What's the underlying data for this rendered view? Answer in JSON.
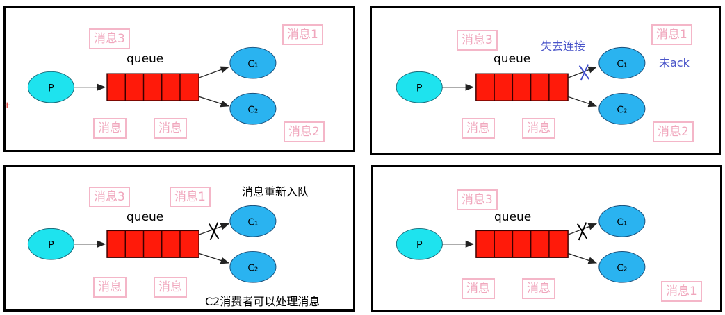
{
  "panels": [
    {
      "queue_label": "queue",
      "producer_label": "P",
      "consumer1_label": "C₁",
      "consumer2_label": "C₂",
      "tags": {
        "top_left": "消息3",
        "top_right": "消息1",
        "bottom_left_1": "消息",
        "bottom_left_2": "消息",
        "bottom_right": "消息2"
      }
    },
    {
      "queue_label": "queue",
      "producer_label": "P",
      "consumer1_label": "C₁",
      "consumer2_label": "C₂",
      "tags": {
        "top_left": "消息3",
        "top_right": "消息1",
        "bottom_left_1": "消息",
        "bottom_left_2": "消息",
        "bottom_right": "消息2"
      },
      "note_top": "失去连接",
      "note_right": "未ack"
    },
    {
      "queue_label": "queue",
      "producer_label": "P",
      "consumer1_label": "C₁",
      "consumer2_label": "C₂",
      "tags": {
        "top_left": "消息3",
        "top_mid": "消息1",
        "bottom_left_1": "消息",
        "bottom_left_2": "消息"
      },
      "note_top": "消息重新入队",
      "note_bottom": "C2消费者可以处理消息"
    },
    {
      "queue_label": "queue",
      "producer_label": "P",
      "consumer1_label": "C₁",
      "consumer2_label": "C₂",
      "tags": {
        "top_left": "消息3",
        "bottom_left_1": "消息",
        "bottom_left_2": "消息",
        "bottom_right": "消息1"
      }
    }
  ],
  "colors": {
    "queue_fill": "#ff1a0a",
    "queue_stroke": "#3a0000",
    "producer_fill": "#1ee3ee",
    "consumer_fill": "#2ab3f0",
    "tag_border": "#f4b6c8",
    "tag_text": "#f0a7bd",
    "x_blue": "#3c4ac8",
    "x_black": "#000000"
  },
  "cursor_mark": "+"
}
